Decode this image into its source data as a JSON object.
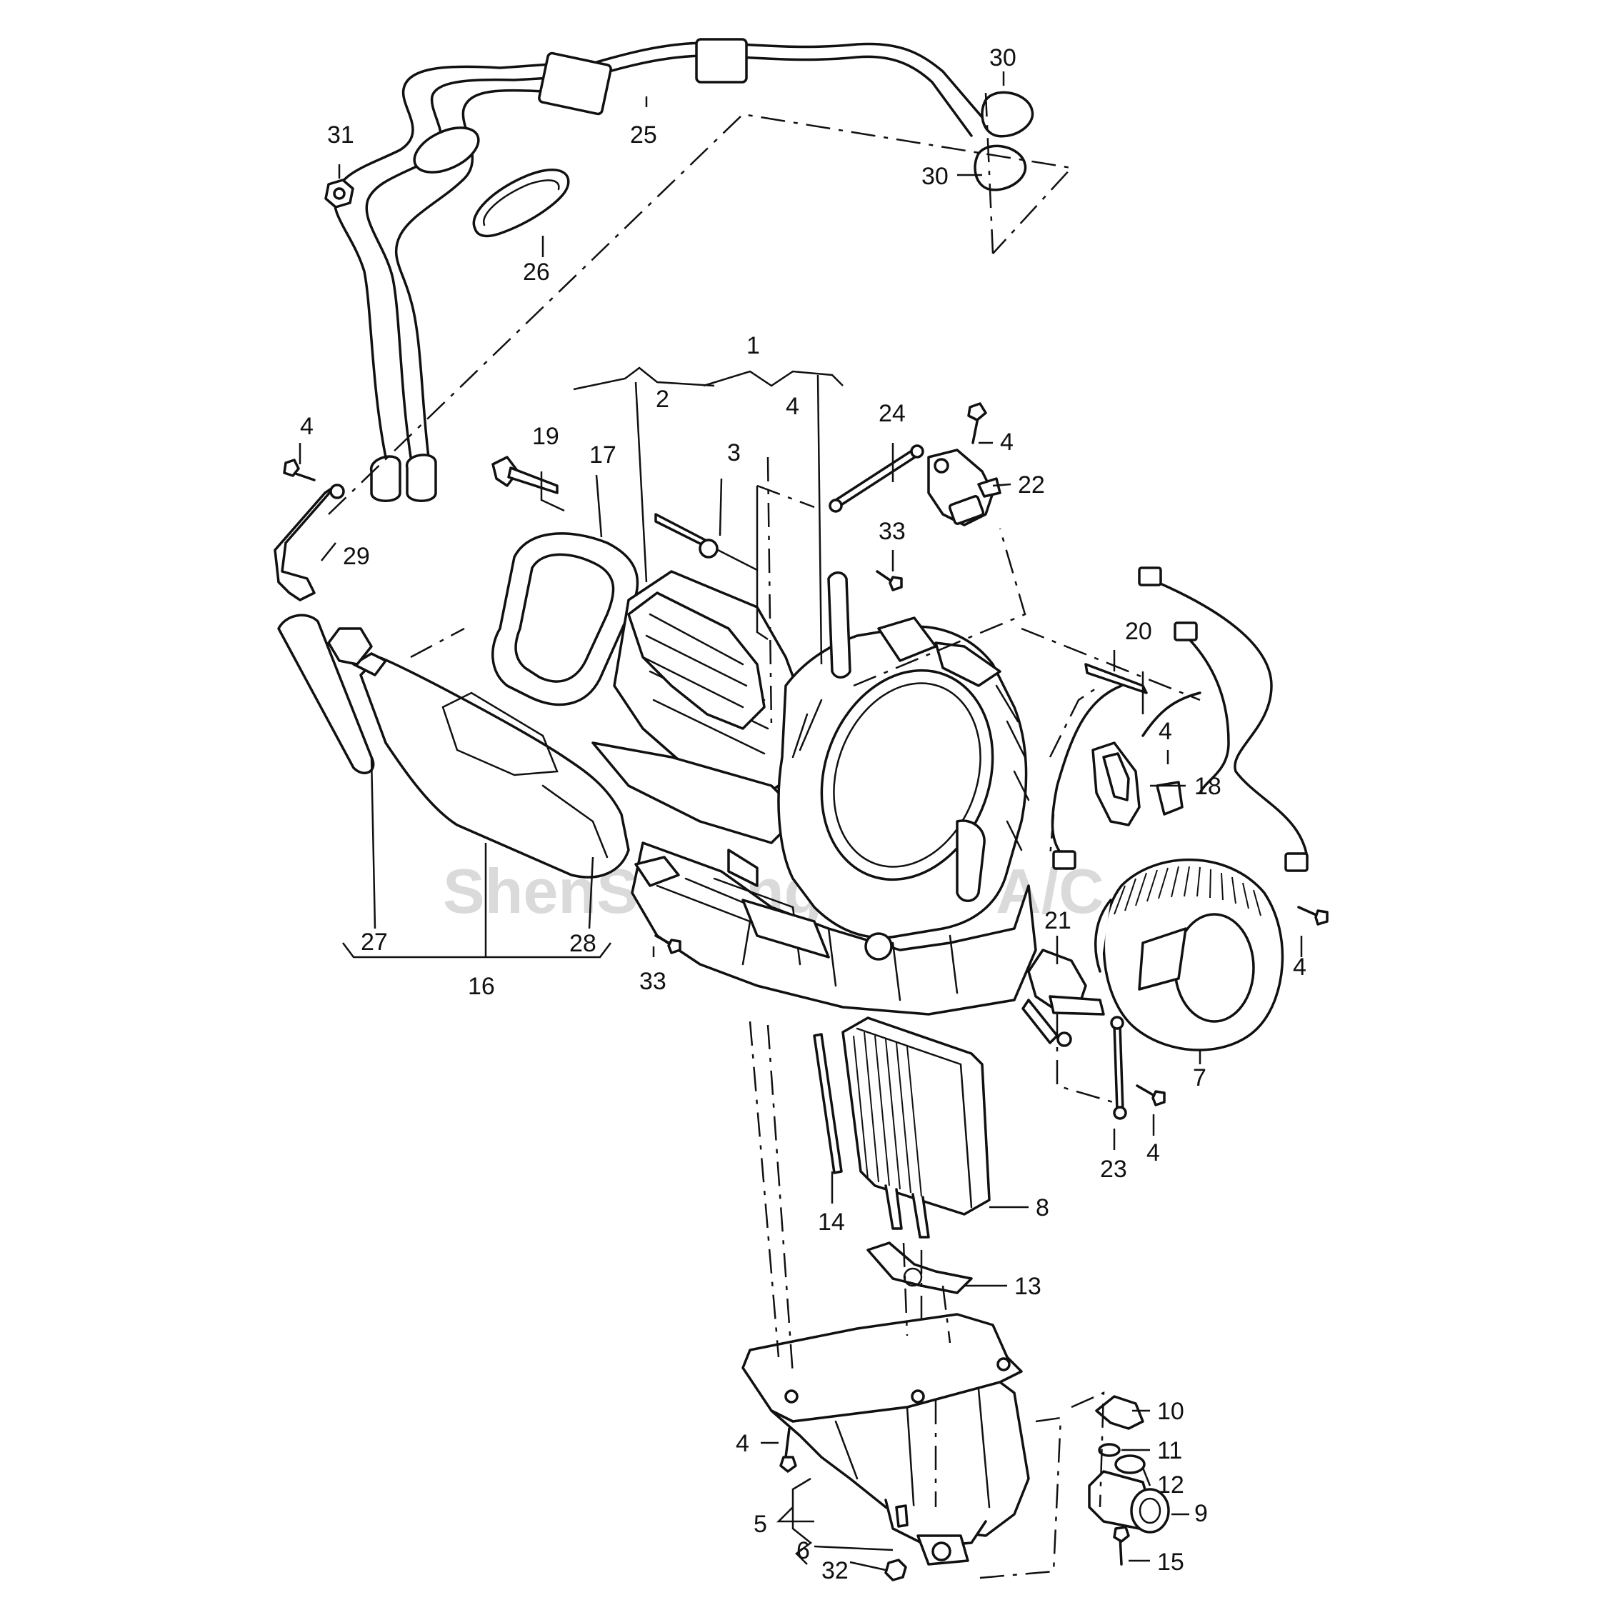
{
  "diagram": {
    "watermark": "ShenSi Yang Auto A/C",
    "callouts": [
      {
        "id": "c1",
        "text": "1"
      },
      {
        "id": "c2",
        "text": "2"
      },
      {
        "id": "c3",
        "text": "3"
      },
      {
        "id": "c4a",
        "text": "4"
      },
      {
        "id": "c4b",
        "text": "4"
      },
      {
        "id": "c4c",
        "text": "4"
      },
      {
        "id": "c4d",
        "text": "4"
      },
      {
        "id": "c4e",
        "text": "4"
      },
      {
        "id": "c4f",
        "text": "4"
      },
      {
        "id": "c4g",
        "text": "4"
      },
      {
        "id": "c5",
        "text": "5"
      },
      {
        "id": "c6",
        "text": "6"
      },
      {
        "id": "c7",
        "text": "7"
      },
      {
        "id": "c8",
        "text": "8"
      },
      {
        "id": "c9",
        "text": "9"
      },
      {
        "id": "c10",
        "text": "10"
      },
      {
        "id": "c11",
        "text": "11"
      },
      {
        "id": "c12",
        "text": "12"
      },
      {
        "id": "c13",
        "text": "13"
      },
      {
        "id": "c14",
        "text": "14"
      },
      {
        "id": "c15",
        "text": "15"
      },
      {
        "id": "c16",
        "text": "16"
      },
      {
        "id": "c17",
        "text": "17"
      },
      {
        "id": "c18",
        "text": "18"
      },
      {
        "id": "c19",
        "text": "19"
      },
      {
        "id": "c20",
        "text": "20"
      },
      {
        "id": "c21",
        "text": "21"
      },
      {
        "id": "c22",
        "text": "22"
      },
      {
        "id": "c23",
        "text": "23"
      },
      {
        "id": "c24",
        "text": "24"
      },
      {
        "id": "c25",
        "text": "25"
      },
      {
        "id": "c26",
        "text": "26"
      },
      {
        "id": "c27",
        "text": "27"
      },
      {
        "id": "c28",
        "text": "28"
      },
      {
        "id": "c29",
        "text": "29"
      },
      {
        "id": "c30a",
        "text": "30"
      },
      {
        "id": "c30b",
        "text": "30"
      },
      {
        "id": "c31",
        "text": "31"
      },
      {
        "id": "c32",
        "text": "32"
      },
      {
        "id": "c33a",
        "text": "33"
      },
      {
        "id": "c33b",
        "text": "33"
      }
    ]
  }
}
